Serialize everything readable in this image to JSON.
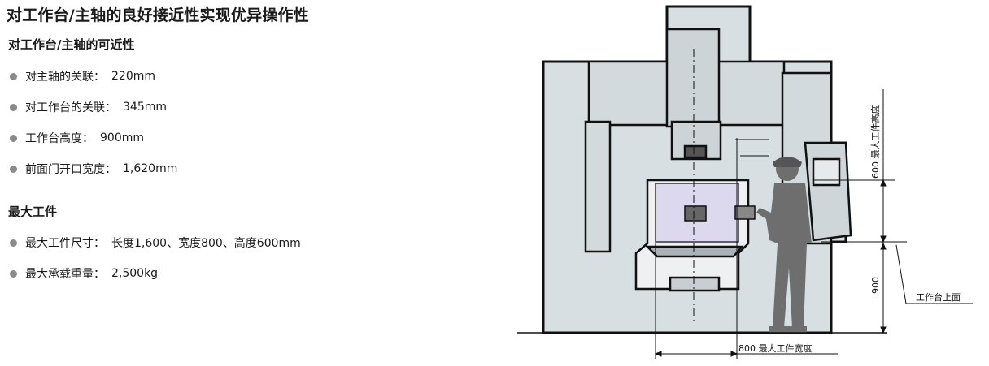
{
  "title": "对工作台/主轴的良好接近性实现优异操作性",
  "section1": {
    "heading": "对工作台/主轴的可近性",
    "items": [
      {
        "label": "对主轴的关联：",
        "value": "220mm"
      },
      {
        "label": "对工作台的关联：",
        "value": "345mm"
      },
      {
        "label": "工作台高度：",
        "value": "900mm"
      },
      {
        "label": "前面门开口宽度：",
        "value": "1,620mm"
      }
    ]
  },
  "section2": {
    "heading": "最大工件",
    "items": [
      {
        "label": "最大工件尺寸：",
        "value": "长度1,600、宽度800、高度600mm"
      },
      {
        "label": "最大承载重量：",
        "value": "2,500kg"
      }
    ]
  },
  "diagram": {
    "dim_height_label": "600 最大工件高度",
    "dim_table_label": "900",
    "table_top_label": "工作台上面",
    "dim_width_label": "800 最大工件宽度"
  }
}
